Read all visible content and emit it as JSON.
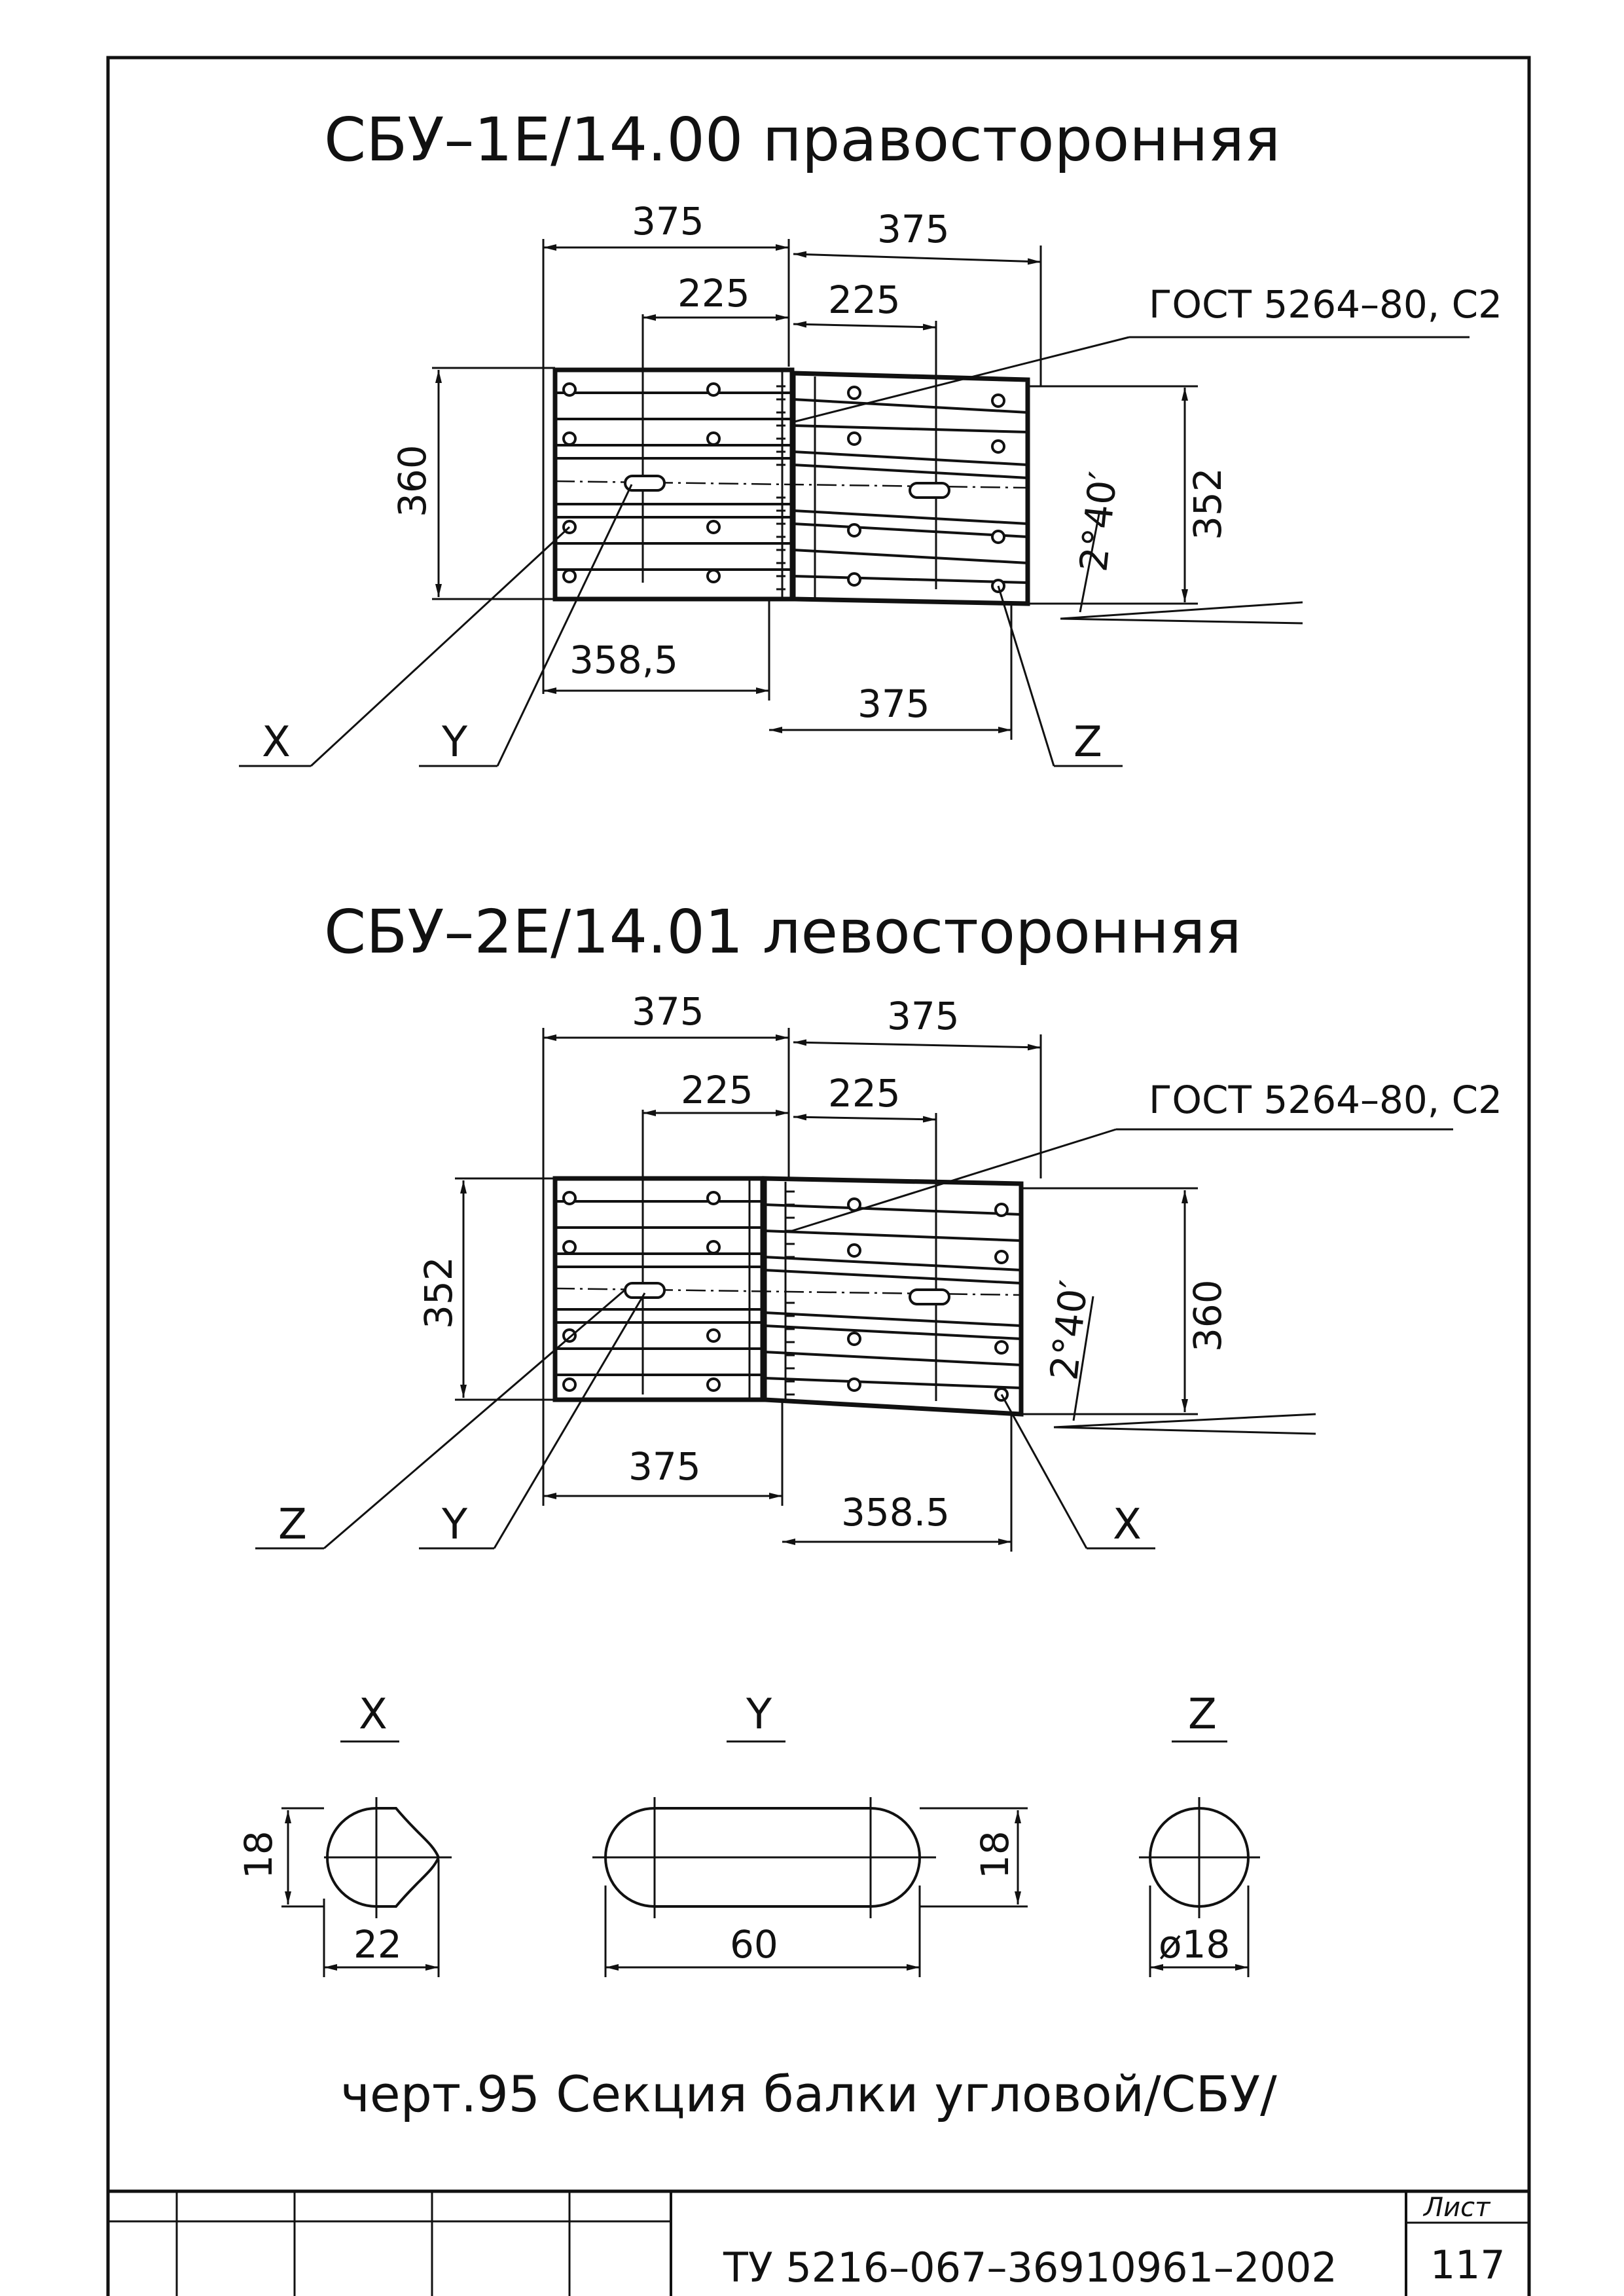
{
  "drawing_top": {
    "title": "СБУ–1Е/14.00  правосторонняя",
    "dims": {
      "top_left": "375",
      "top_right": "375",
      "inner_left": "225",
      "inner_right": "225",
      "height_left": "360",
      "height_right": "352",
      "angle": "2°40′",
      "bottom_left": "358,5",
      "bottom_right": "375"
    },
    "standard": "ГОСТ 5264–80, С2",
    "callouts": [
      "X",
      "Y",
      "Z"
    ]
  },
  "drawing_bottom": {
    "title": "СБУ–2Е/14.01  левосторонняя",
    "dims": {
      "top_left": "375",
      "top_right": "375",
      "inner_left": "225",
      "inner_right": "225",
      "height_left": "352",
      "height_right": "360",
      "angle": "2°40′",
      "bottom_left": "375",
      "bottom_right": "358.5"
    },
    "standard": "ГОСТ 5264–80, С2",
    "callouts": [
      "Z",
      "Y",
      "X"
    ]
  },
  "details": [
    {
      "label": "X",
      "dim_height": "18",
      "dim_width": "22"
    },
    {
      "label": "Y",
      "dim_height": "18",
      "dim_width": "60"
    },
    {
      "label": "Z",
      "dim_diameter": "ø18"
    }
  ],
  "caption": "черт.95 Секция балки угловой/СБУ/",
  "title_block": {
    "document": "ТУ 5216–067–36910961–2002",
    "sheet_label": "Лист",
    "sheet_number": "117"
  }
}
